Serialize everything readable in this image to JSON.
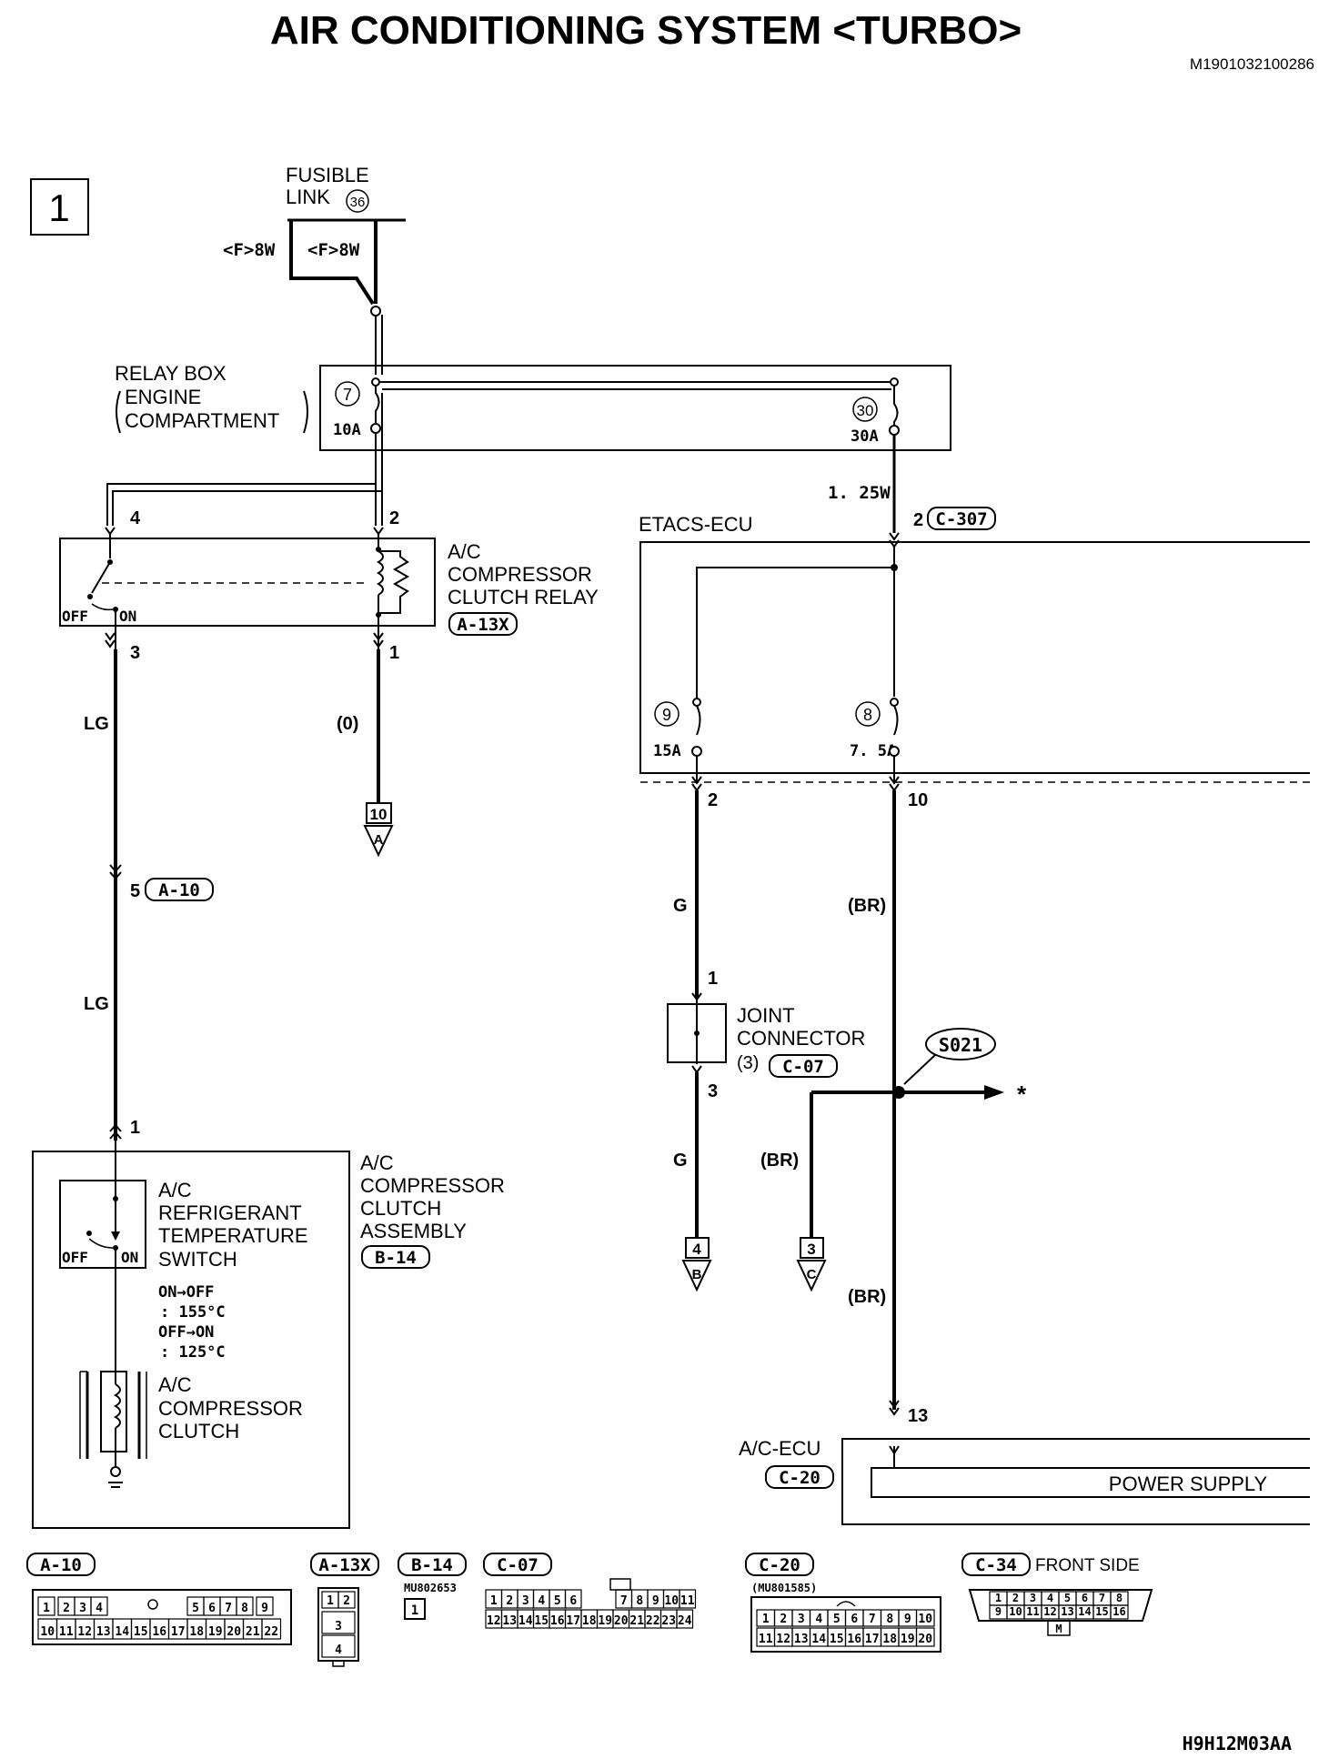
{
  "header": {
    "title": "AIR CONDITIONING SYSTEM <TURBO>",
    "doc_id": "M1901032100286",
    "footer_code": "H9H12M03AA",
    "page_number": "1"
  },
  "fusible_link": {
    "label_line1": "FUSIBLE",
    "label_line2": "LINK",
    "number": "36",
    "wire_left": "<F>8W",
    "wire_right": "<F>8W"
  },
  "relay_box": {
    "label_line1": "RELAY BOX",
    "label_line2": "ENGINE",
    "label_line3": "COMPARTMENT",
    "fuse7_num": "7",
    "fuse7_amp": "10A",
    "fuse30_num": "30",
    "fuse30_amp": "30A",
    "wire_size": "1. 25W"
  },
  "relay": {
    "label_line1": "A/C",
    "label_line2": "COMPRESSOR",
    "label_line3": "CLUTCH RELAY",
    "connector": "A-13X",
    "pin_top_left": "4",
    "pin_top_right": "2",
    "pin_bottom_left": "3",
    "pin_bottom_right": "1",
    "off_label": "OFF",
    "on_label": "ON"
  },
  "wires": {
    "lg_upper": "LG",
    "lg_lower": "LG",
    "zero": "(0)",
    "a10_pin": "5",
    "a10_connector": "A-10",
    "ground_10": "10",
    "ground_10_letter": "A",
    "g_upper": "G",
    "g_lower": "G",
    "br_upper": "(BR)",
    "br_branch": "(BR)",
    "br_lower": "(BR)",
    "etacs_pin_left": "2",
    "etacs_pin_right": "10",
    "ground_4": "4",
    "ground_4_letter": "B",
    "ground_3": "3",
    "ground_3_letter": "C",
    "asterisk": "*",
    "s021": "S021",
    "acecu_pin": "13"
  },
  "etacs": {
    "label": "ETACS-ECU",
    "pin_in": "2",
    "connector": "C-307",
    "fuse9_num": "9",
    "fuse9_amp": "15A",
    "fuse8_num": "8",
    "fuse8_amp": "7. 5A"
  },
  "joint": {
    "label_line1": "JOINT",
    "label_line2": "CONNECTOR",
    "label_line3": "(3)",
    "connector": "C-07",
    "pin_top": "1",
    "pin_bottom": "3"
  },
  "compressor": {
    "pin_top": "1",
    "assembly_line1": "A/C",
    "assembly_line2": "COMPRESSOR",
    "assembly_line3": "CLUTCH",
    "assembly_line4": "ASSEMBLY",
    "assembly_connector": "B-14",
    "switch_line1": "A/C",
    "switch_line2": "REFRIGERANT",
    "switch_line3": "TEMPERATURE",
    "switch_line4": "SWITCH",
    "off_label": "OFF",
    "on_label": "ON",
    "spec_line1": "ON→OFF",
    "spec_line2": ": 155°C",
    "spec_line3": "OFF→ON",
    "spec_line4": ": 125°C",
    "clutch_line1": "A/C",
    "clutch_line2": "COMPRESSOR",
    "clutch_line3": "CLUTCH"
  },
  "acecu": {
    "label": "A/C-ECU",
    "connector": "C-20",
    "power_supply": "POWER SUPPLY"
  },
  "connectors": {
    "a10": {
      "name": "A-10",
      "row1": [
        "1",
        "2",
        "3",
        "4",
        "5",
        "6",
        "7",
        "8",
        "9"
      ],
      "row2": [
        "10",
        "11",
        "12",
        "13",
        "14",
        "15",
        "16",
        "17",
        "18",
        "19",
        "20",
        "21",
        "22"
      ]
    },
    "a13x": {
      "name": "A-13X",
      "pins": [
        "1",
        "2",
        "3",
        "4"
      ]
    },
    "b14": {
      "name": "B-14",
      "part": "MU802653",
      "pin": "1"
    },
    "c07": {
      "name": "C-07",
      "row1": [
        "1",
        "2",
        "3",
        "4",
        "5",
        "6",
        "7",
        "8",
        "9",
        "10",
        "11"
      ],
      "row2": [
        "12",
        "13",
        "14",
        "15",
        "16",
        "17",
        "18",
        "19",
        "20",
        "21",
        "22",
        "23",
        "24"
      ]
    },
    "c20": {
      "name": "C-20",
      "part": "(MU801585)",
      "row1": [
        "1",
        "2",
        "3",
        "4",
        "5",
        "6",
        "7",
        "8",
        "9",
        "10"
      ],
      "row2": [
        "11",
        "12",
        "13",
        "14",
        "15",
        "16",
        "17",
        "18",
        "19",
        "20"
      ]
    },
    "c34": {
      "name": "C-34",
      "side": "FRONT SIDE",
      "row1": [
        "1",
        "2",
        "3",
        "4",
        "5",
        "6",
        "7",
        "8"
      ],
      "row2": [
        "9",
        "10",
        "11",
        "12",
        "13",
        "14",
        "15",
        "16"
      ],
      "key": "M"
    }
  }
}
